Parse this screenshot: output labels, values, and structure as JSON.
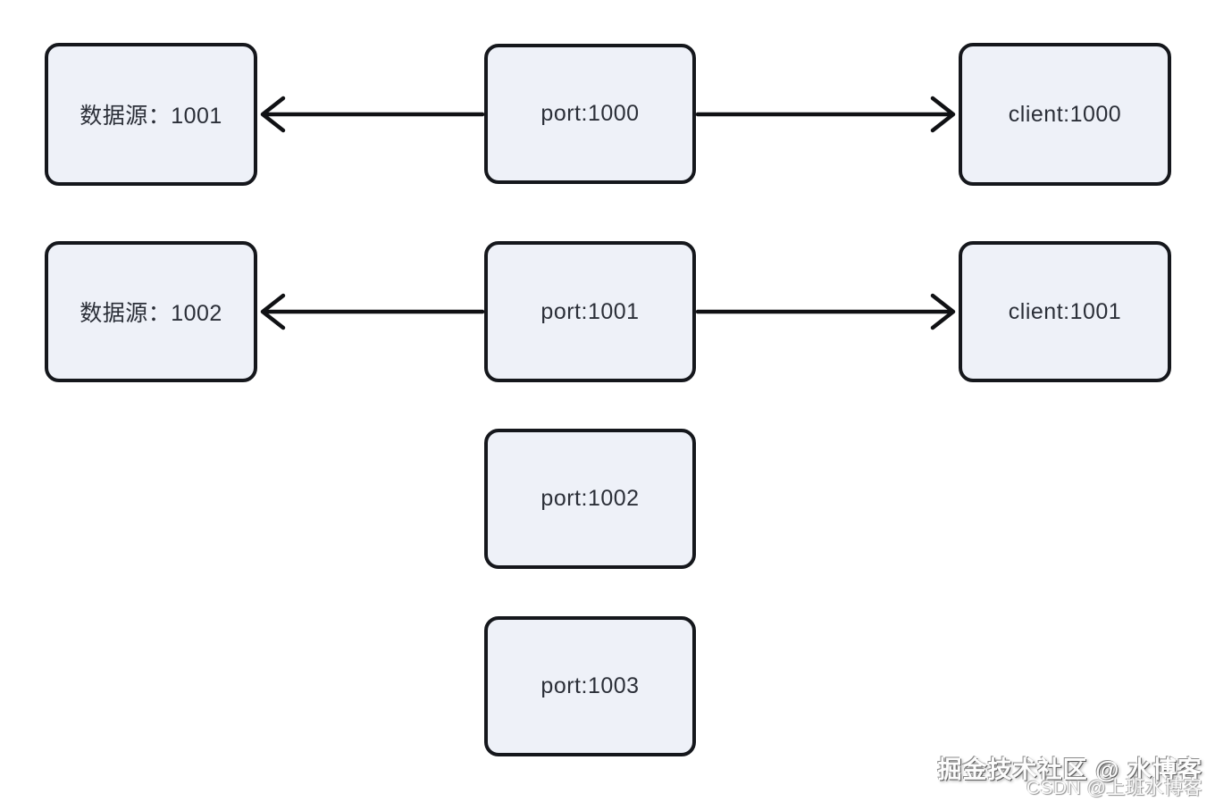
{
  "diagram": {
    "nodes": [
      {
        "id": "datasource-1001",
        "label": "数据源：1001"
      },
      {
        "id": "datasource-1002",
        "label": "数据源：1002"
      },
      {
        "id": "port-1000",
        "label": "port:1000"
      },
      {
        "id": "port-1001",
        "label": "port:1001"
      },
      {
        "id": "port-1002",
        "label": "port:1002"
      },
      {
        "id": "port-1003",
        "label": "port:1003"
      },
      {
        "id": "client-1000",
        "label": "client:1000"
      },
      {
        "id": "client-1001",
        "label": "client:1001"
      }
    ],
    "edges": [
      {
        "from": "port-1000",
        "to": "datasource-1001",
        "direction": "left"
      },
      {
        "from": "port-1000",
        "to": "client-1000",
        "direction": "right"
      },
      {
        "from": "port-1001",
        "to": "datasource-1002",
        "direction": "left"
      },
      {
        "from": "port-1001",
        "to": "client-1001",
        "direction": "right"
      }
    ],
    "colors": {
      "node_fill": "#eef1f8",
      "node_border": "#15171c",
      "node_text": "#2b2f38",
      "arrow": "#101114",
      "background": "#ffffff"
    }
  },
  "watermark": {
    "line1": "掘金技术社区 @ 水博客",
    "line2": "CSDN @上班水博客"
  }
}
